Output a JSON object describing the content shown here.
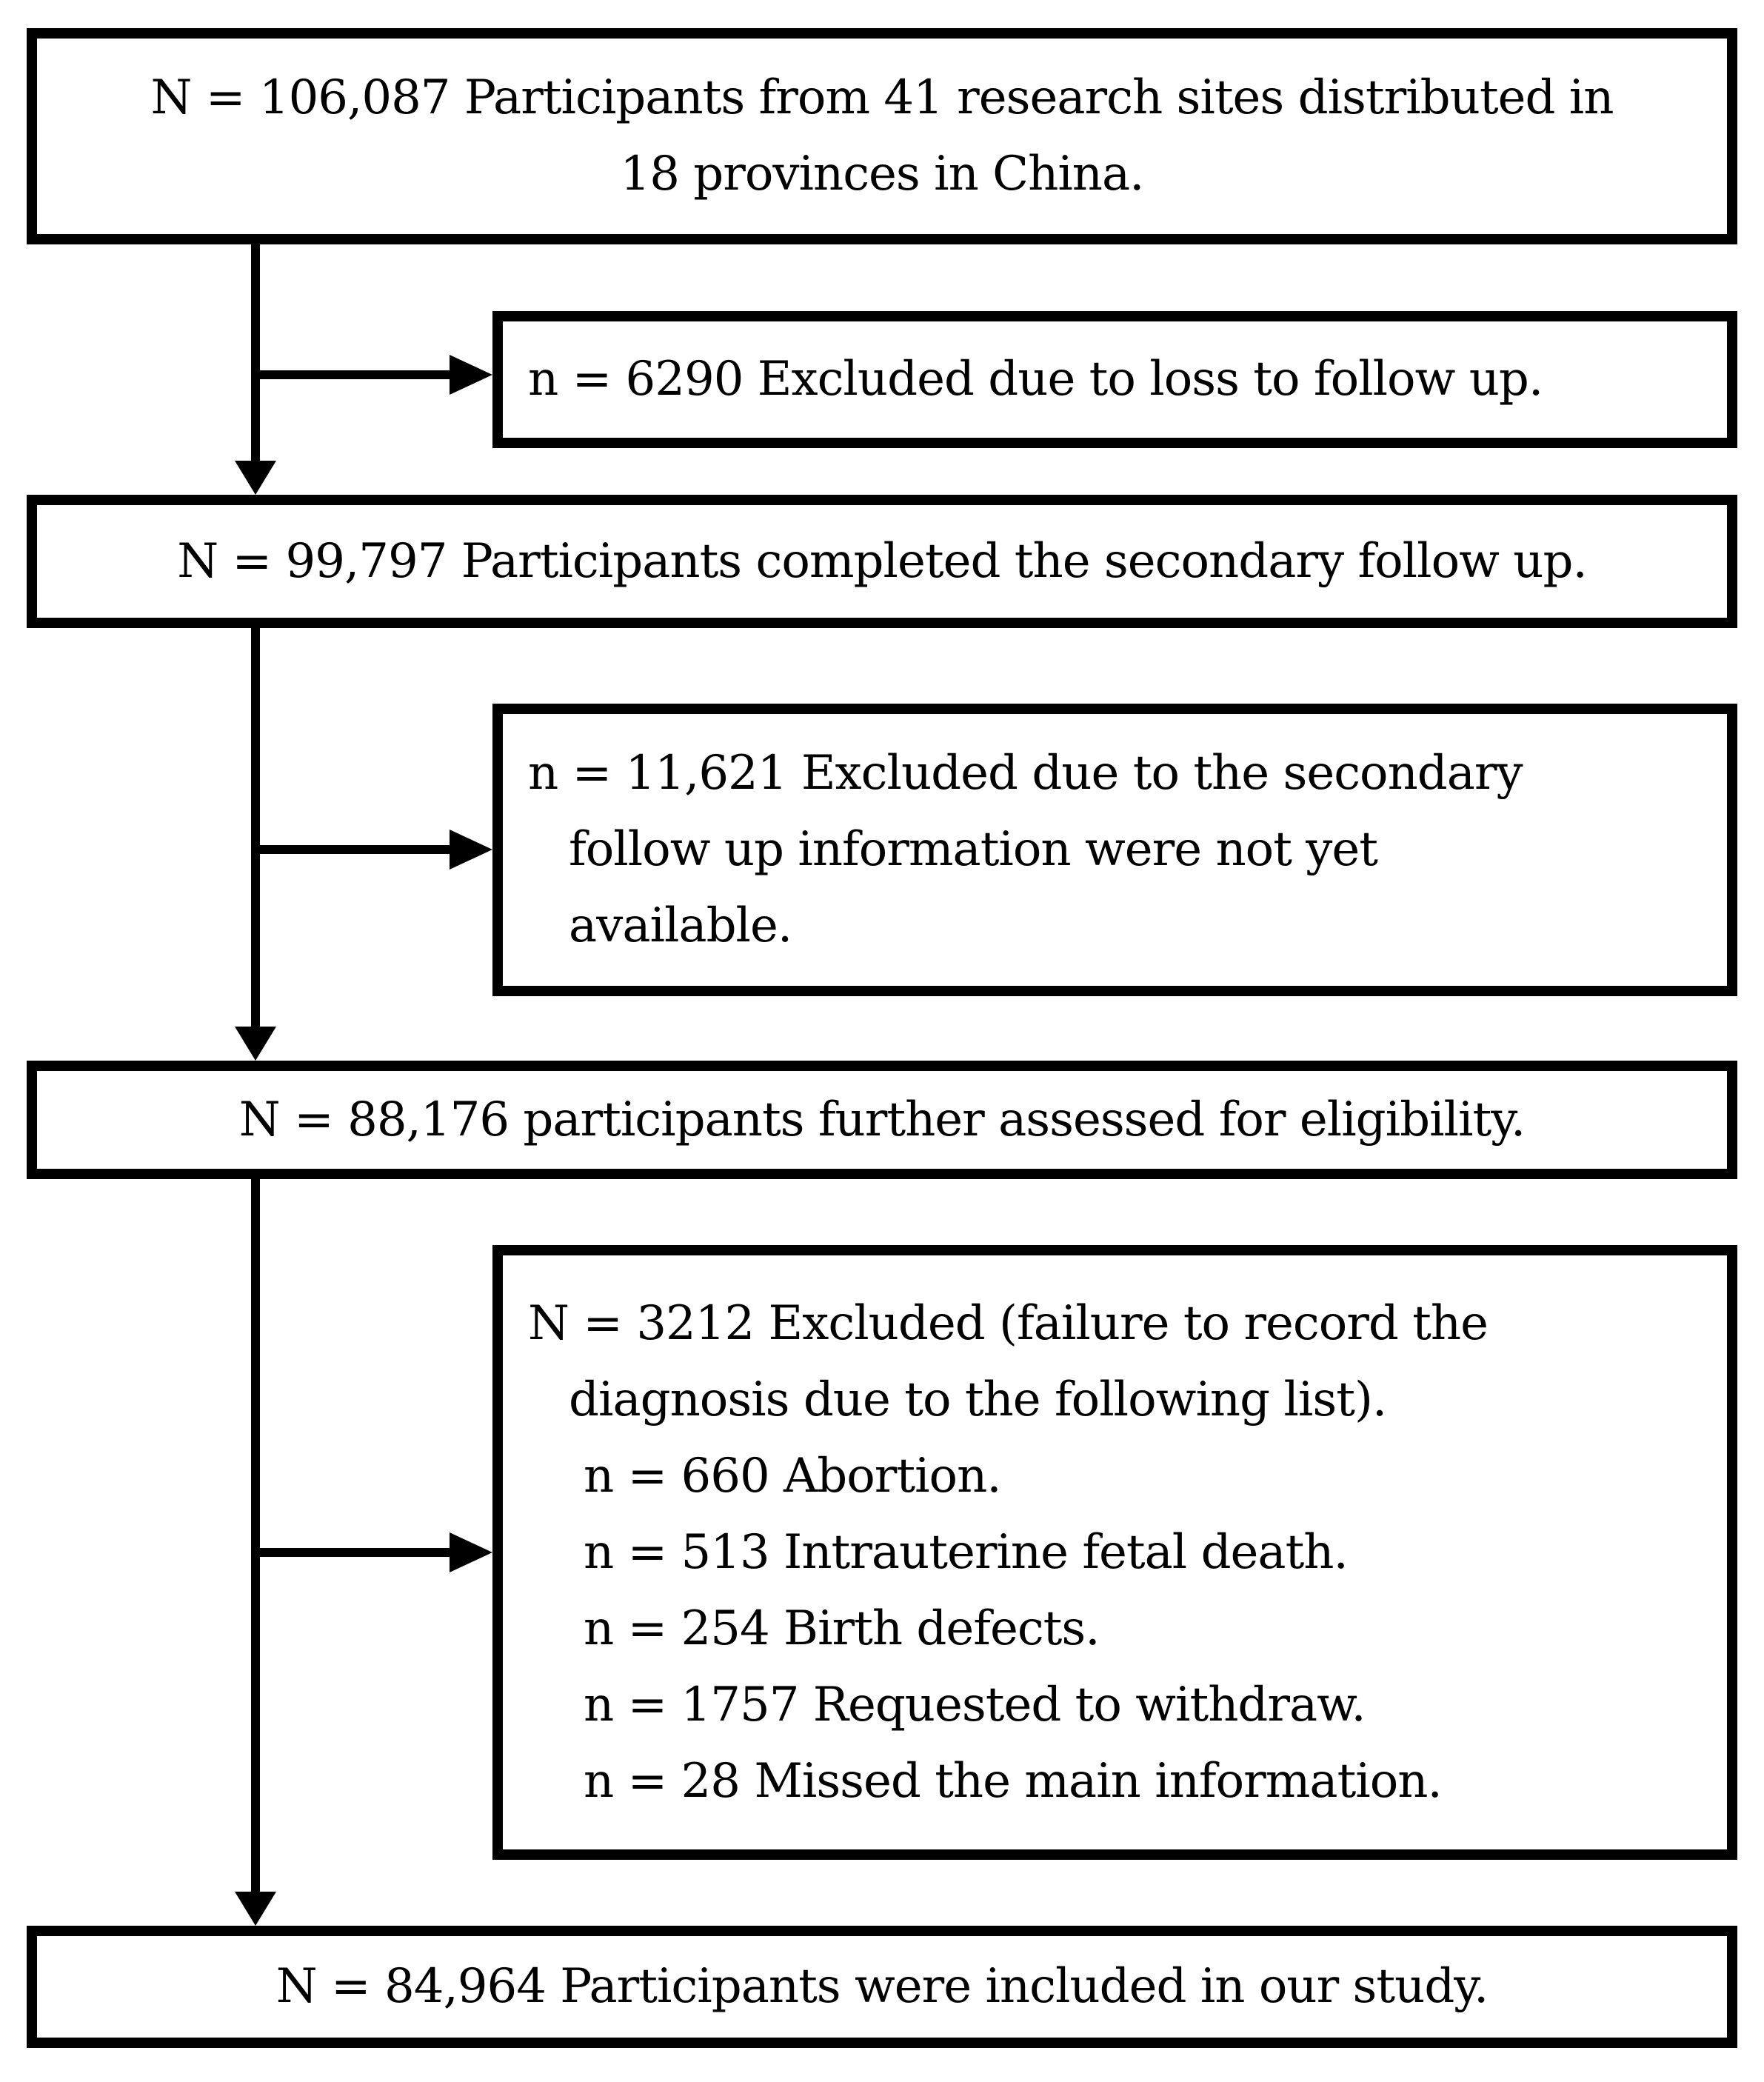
{
  "diagram_type": "participant-flow-chart",
  "colors": {
    "line": "#000000",
    "background": "#ffffff",
    "text": "#000000"
  },
  "boxes": {
    "enrollment": {
      "n": "106,087",
      "lines": [
        "N = 106,087 Participants from 41 research sites distributed in",
        "18 provinces in China."
      ]
    },
    "excluded_loss_followup": {
      "n": "6290",
      "lines": [
        "n = 6290 Excluded due to loss to follow up."
      ]
    },
    "secondary_followup": {
      "n": "99,797",
      "lines": [
        "N = 99,797 Participants completed the secondary follow up."
      ]
    },
    "excluded_secondary_info": {
      "n": "11,621",
      "lines": [
        "n = 11,621 Excluded due to the secondary",
        "follow up information were not yet",
        "available."
      ]
    },
    "assessed_eligibility": {
      "n": "88,176",
      "lines": [
        "N = 88,176 participants further assessed for eligibility."
      ]
    },
    "excluded_diagnosis": {
      "n": "3212",
      "lines": [
        "N = 3212 Excluded (failure to record the",
        "diagnosis due to the following list).",
        "n = 660 Abortion.",
        "n = 513 Intrauterine fetal death.",
        "n = 254 Birth defects.",
        "n = 1757 Requested to withdraw.",
        "n = 28 Missed the main information."
      ]
    },
    "included": {
      "n": "84,964",
      "lines": [
        "N = 84,964 Participants were included in our study."
      ]
    }
  }
}
